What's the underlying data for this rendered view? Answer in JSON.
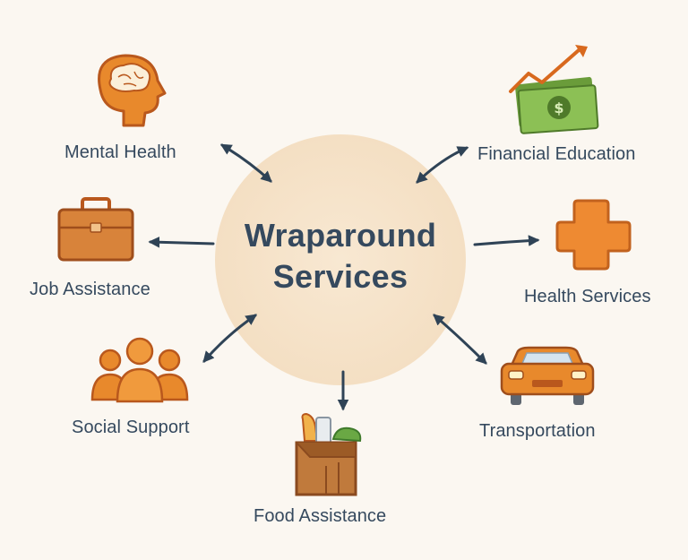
{
  "hub": {
    "line1": "Wraparound",
    "line2": "Services"
  },
  "services": {
    "mental_health": "Mental Health",
    "financial_education": "Financial Education",
    "job_assistance": "Job Assistance",
    "health_services": "Health Services",
    "social_support": "Social Support",
    "transportation": "Transportation",
    "food_assistance": "Food Assistance"
  },
  "icons": {
    "mental_health": "head-brain-icon",
    "financial_education": "money-growth-icon",
    "job_assistance": "briefcase-icon",
    "health_services": "medical-cross-icon",
    "social_support": "people-group-icon",
    "transportation": "car-icon",
    "food_assistance": "grocery-bag-icon"
  },
  "colors": {
    "background": "#fbf7f1",
    "hub_fill": "#f6e3c9",
    "text": "#35495e",
    "arrow": "#2f4356",
    "icon_orange": "#e8892c",
    "icon_outline": "#b9581d",
    "money_green": "#8cc055"
  }
}
